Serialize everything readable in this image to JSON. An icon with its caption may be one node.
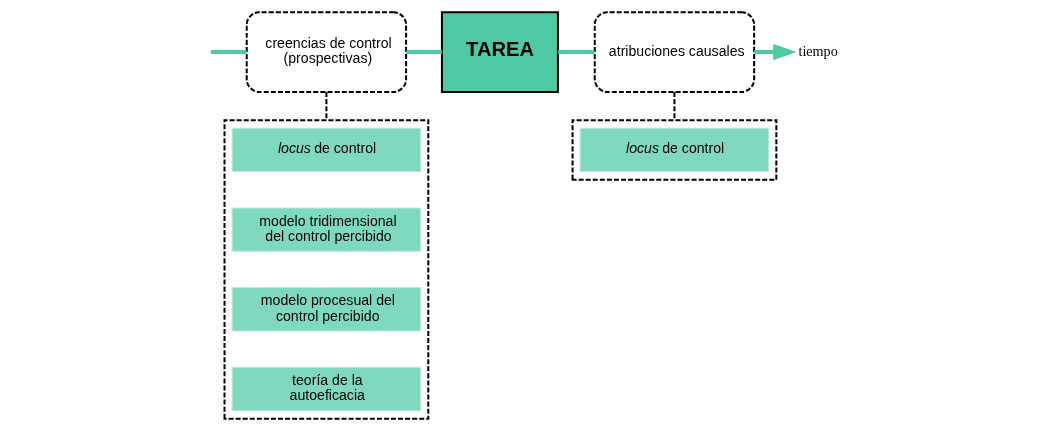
{
  "diagram": {
    "nodes": [
      {
        "text": [
          "creencias de control (prospectivas)"
        ]
      },
      {
        "text": [
          "TAREA"
        ]
      },
      {
        "text": [
          "atribuciones causales"
        ]
      },
      {
        "text": [
          "tiempo"
        ]
      },
      {
        "text": [],
        "shape": "box"
      },
      {
        "text": [
          "*locus* de control"
        ],
        "in": 4
      },
      {
        "text": [
          "modelo tridimensional del control percibido"
        ],
        "in": 4
      },
      {
        "text": [
          "modelo procesual del control percibido"
        ],
        "in": 4
      },
      {
        "text": [
          "teoría de la autoeficacia"
        ],
        "in": 4
      },
      {
        "text": [],
        "shape": "box"
      },
      {
        "text": [
          "*locus* de control"
        ],
        "in": 9
      }
    ],
    "edges": [
      {
        "from": null,
        "to": 0,
        "arrow": "none"
      },
      {
        "from": 0,
        "to": 1,
        "arrow": "none"
      },
      {
        "from": 1,
        "to": 2,
        "arrow": "none"
      },
      {
        "from": 2,
        "to": 3,
        "arrow": "to"
      },
      {
        "from": 0,
        "to": 4,
        "arrow": "none",
        "style": "dashed",
        "color": "#000000"
      },
      {
        "from": 2,
        "to": 9,
        "arrow": "none",
        "style": "dashed",
        "color": "#000000"
      }
    ]
  }
}
